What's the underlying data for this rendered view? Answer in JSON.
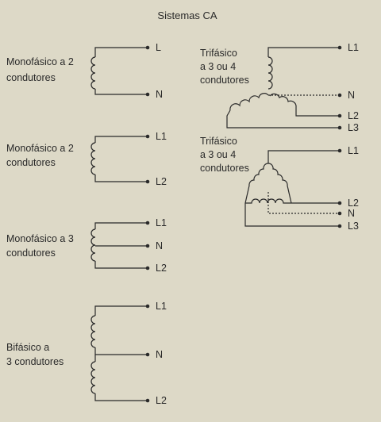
{
  "title": "Sistemas CA",
  "circuits": {
    "mono2a": {
      "line1": "Monofásico a 2",
      "line2": "condutores",
      "t1": "L",
      "t2": "N"
    },
    "mono2b": {
      "line1": "Monofásico a 2",
      "line2": "condutores",
      "t1": "L1",
      "t2": "L2"
    },
    "mono3": {
      "line1": "Monofásico a 3",
      "line2": "condutores",
      "t1": "L1",
      "t2": "N",
      "t3": "L2"
    },
    "bif3": {
      "line1": "Bifásico a",
      "line2": "3 condutores",
      "t1": "L1",
      "t2": "N",
      "t3": "L2"
    },
    "tri_star": {
      "line1": "Trifásico",
      "line2": "a 3 ou 4",
      "line3": "condutores",
      "t1": "L1",
      "t2": "N",
      "t3": "L2",
      "t4": "L3"
    },
    "tri_delta": {
      "line1": "Trifásico",
      "line2": "a 3 ou 4",
      "line3": "condutores",
      "t1": "L1",
      "t2": "L2",
      "t3": "N",
      "t4": "L3"
    }
  }
}
